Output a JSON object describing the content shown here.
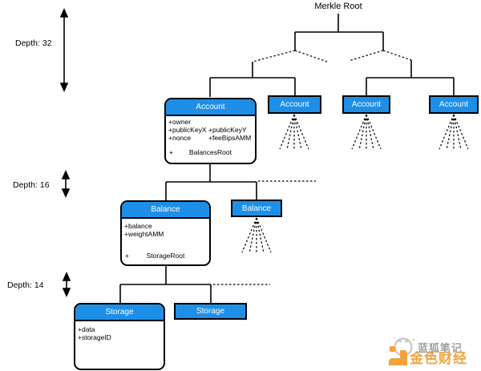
{
  "diagram": {
    "root_label": "Merkle Root",
    "depths": {
      "d32": "Depth: 32",
      "d16": "Depth: 16",
      "d14": "Depth: 14"
    },
    "colors": {
      "node_fill": "#1E8FE8",
      "node_text": "#FFFFFF",
      "line": "#000000",
      "watermark_gray": "#8F8F8F",
      "watermark_orange": "#F2A33C"
    }
  },
  "nodes": {
    "account_detail": {
      "title": "Account",
      "owner": "+owner",
      "public_key_x": "+publicKeyX",
      "public_key_y": "+publicKeyY",
      "nonce": "+nonce",
      "fee_bips_amm": "+feeBipsAMM",
      "root_prefix": "+",
      "root_label": "BalancesRoot"
    },
    "account_leaf_label": "Account",
    "balance_detail": {
      "title": "Balance",
      "balance": "+balance",
      "weight_amm": "+weightAMM",
      "root_prefix": "+",
      "root_label": "StorageRoot"
    },
    "balance_leaf_label": "Balance",
    "storage_detail": {
      "title": "Storage",
      "data": "+data",
      "storage_id": "+storageID"
    },
    "storage_leaf_label": "Storage"
  },
  "watermark": {
    "bluefox": "蓝狐笔记",
    "golden": "金色财经"
  }
}
